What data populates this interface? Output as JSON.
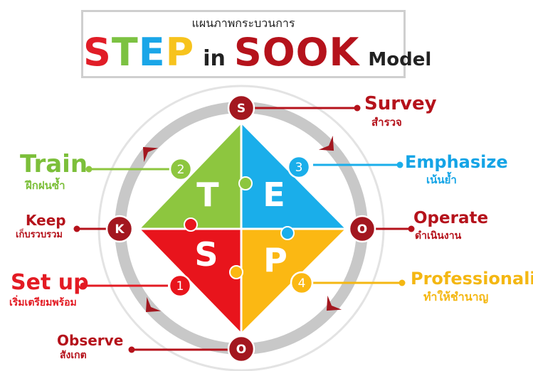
{
  "header": {
    "subtitle": "แผนภาพกระบวนการ",
    "title_letters": [
      {
        "char": "S",
        "color": "#e11d27"
      },
      {
        "char": "T",
        "color": "#7cc242"
      },
      {
        "char": "E",
        "color": "#1aa6e8"
      },
      {
        "char": "P",
        "color": "#f7c31d"
      }
    ],
    "title_in": "in",
    "title_sook": "SOOK",
    "title_model": "Model"
  },
  "diagram": {
    "step_quadrants": [
      {
        "letter": "T",
        "color": "#8dc63f"
      },
      {
        "letter": "E",
        "color": "#1aaeea"
      },
      {
        "letter": "S",
        "color": "#e8141c"
      },
      {
        "letter": "P",
        "color": "#fbb813"
      }
    ],
    "step_numbers": [
      "2",
      "3",
      "1",
      "4"
    ],
    "sook_letters": [
      "S",
      "O",
      "O",
      "K"
    ],
    "labels": [
      {
        "en": "Survey",
        "th": "สำรวจ",
        "color": "#b5121b"
      },
      {
        "en": "Train",
        "th": "ฝึกฝนซ้ำ",
        "color": "#7cbf3a"
      },
      {
        "en": "Emphasize",
        "th": "เน้นย้ำ",
        "color": "#14a4e6"
      },
      {
        "en": "Keep",
        "th": "เก็บรวบรวม",
        "color": "#b5121b"
      },
      {
        "en": "Operate",
        "th": "ดำเนินงาน",
        "color": "#b5121b"
      },
      {
        "en": "Set up",
        "th": "เริ่มเตรียมพร้อม",
        "color": "#e31b23"
      },
      {
        "en": "Professionalize",
        "th": "ทำให้ชำนาญ",
        "color": "#f4b712"
      },
      {
        "en": "Observe",
        "th": "สังเกต",
        "color": "#b5121b"
      }
    ],
    "colors": {
      "dark_red": "#b5121b",
      "ring": "#c8c8c8",
      "ring_outer": "#e3e3e3"
    }
  }
}
